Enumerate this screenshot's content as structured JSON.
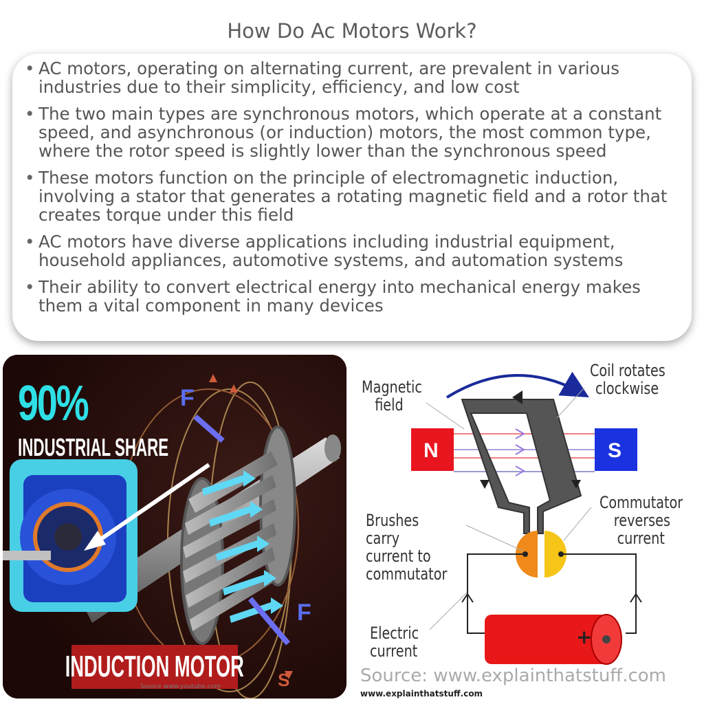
{
  "title": "How Do Ac Motors Work?",
  "bullets": [
    "AC motors, operating on alternating current, are prevalent in various industries due to their simplicity, efficiency, and low cost",
    "The two main types are synchronous motors, which operate at a constant speed, and asynchronous (or induction) motors, the most common type, where the rotor speed is slightly lower than the synchronous speed",
    "These motors function on the principle of electromagnetic induction, involving a stator that generates a rotating magnetic field and a rotor that creates torque under this field",
    "AC motors have diverse applications including industrial equipment, household appliances, automotive systems, and automation systems",
    "Their ability to convert electrical energy into mechanical energy makes them a vital component in many devices"
  ],
  "left_image": {
    "share_percent": "90%",
    "share_label": "INDUSTRIAL SHARE",
    "motor_label": "INDUCTION MOTOR",
    "force_label": "F",
    "pole_label": "S",
    "source": "Source www.youtube.com"
  },
  "right_image": {
    "magnetic_field": [
      "Magnetic",
      "field"
    ],
    "coil_rotates": [
      "Coil rotates",
      "clockwise"
    ],
    "north": "N",
    "south": "S",
    "commutator": [
      "Commutator",
      "reverses",
      "current"
    ],
    "brushes": [
      "Brushes",
      "carry",
      "current to",
      "commutator"
    ],
    "electric_current": [
      "Electric",
      "current"
    ],
    "battery_plus": "+",
    "source_big": "Source: www.explainthatstuff.com",
    "source_small": "www.explainthatstuff.com"
  },
  "colors": {
    "north": "#e8141e",
    "south": "#1a32e0",
    "battery": "#e81818",
    "cyan_text": "#2ee0e6",
    "label_bg": "#b01c1c",
    "background_dark": "#2a0e0c"
  }
}
